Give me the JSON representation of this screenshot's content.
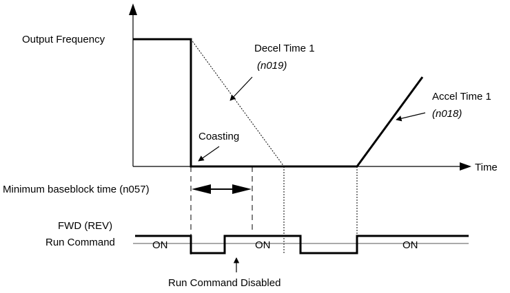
{
  "labels": {
    "output_frequency": "Output Frequency",
    "decel_time": "Decel Time 1",
    "decel_param": "(n019)",
    "accel_time": "Accel Time 1",
    "accel_param": "(n018)",
    "coasting": "Coasting",
    "time": "Time",
    "min_baseblock": "Minimum baseblock time (n057)",
    "fwd_rev": "FWD (REV)",
    "run_command": "Run Command",
    "run_command_disabled": "Run Command Disabled"
  },
  "run_states": [
    "ON",
    "ON",
    "ON"
  ]
}
